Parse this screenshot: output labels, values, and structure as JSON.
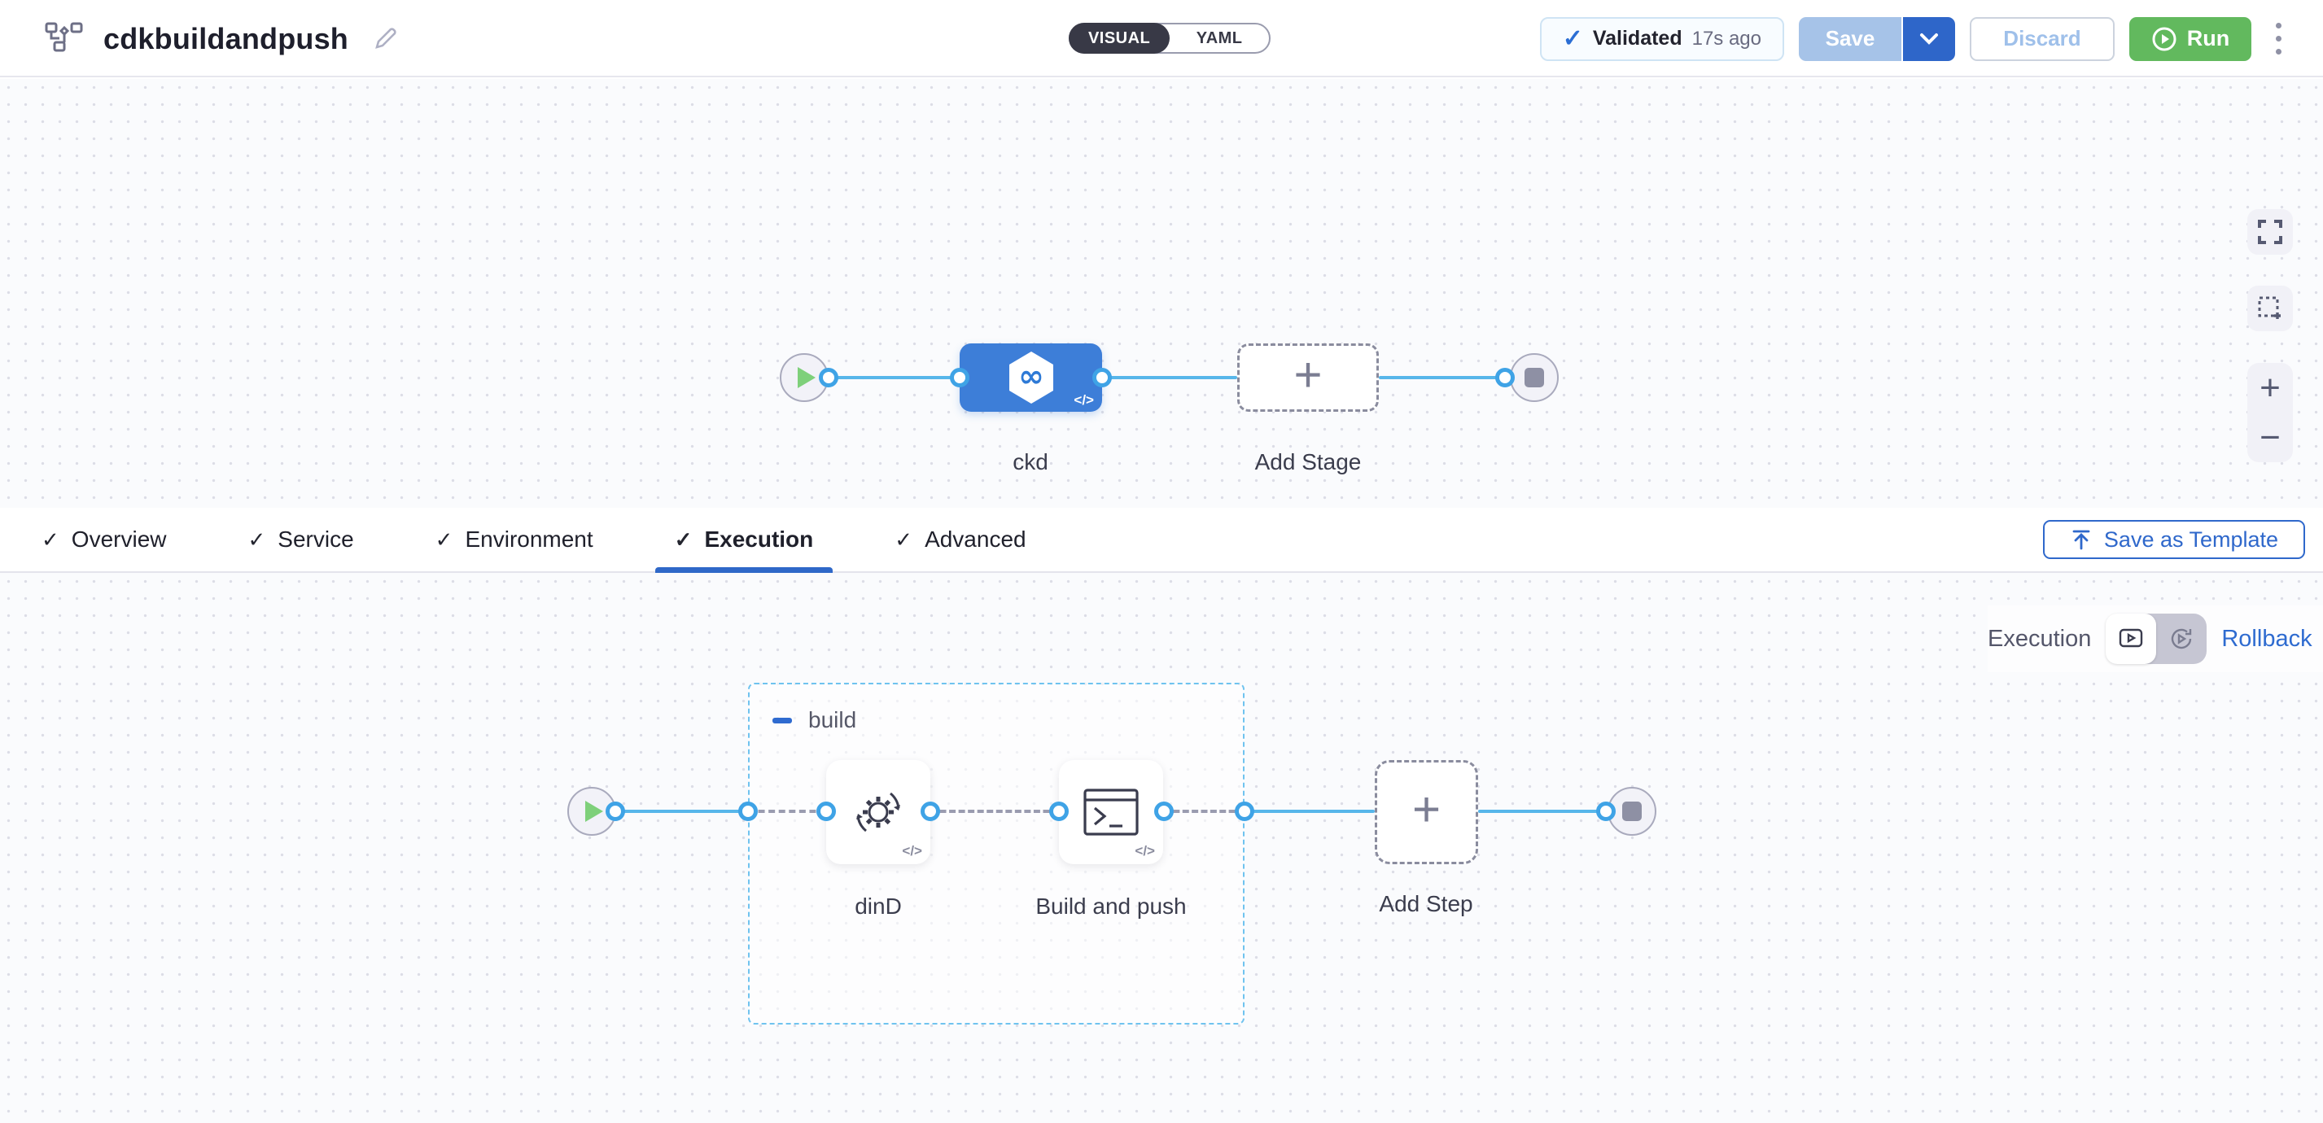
{
  "header": {
    "title": "cdkbuildandpush",
    "mode": {
      "visual": "VISUAL",
      "yaml": "YAML"
    },
    "validated": {
      "label": "Validated",
      "time": "17s ago"
    },
    "buttons": {
      "save": "Save",
      "discard": "Discard",
      "run": "Run"
    }
  },
  "stage_canvas": {
    "stage_name": "ckd",
    "add_stage_label": "Add Stage",
    "code_glyph": "</>",
    "plus_glyph": "+"
  },
  "tabs": {
    "items": [
      {
        "label": "Overview"
      },
      {
        "label": "Service"
      },
      {
        "label": "Environment"
      },
      {
        "label": "Execution"
      },
      {
        "label": "Advanced"
      }
    ],
    "active": "Execution",
    "check_glyph": "✓",
    "save_as_template": "Save as Template"
  },
  "execution": {
    "mode_label": "Execution",
    "rollback_label": "Rollback",
    "group_name": "build",
    "steps": [
      {
        "label": "dinD"
      },
      {
        "label": "Build and push"
      }
    ],
    "add_step_label": "Add Step",
    "code_glyph": "</>",
    "plus_glyph": "+"
  },
  "colors": {
    "accent_blue": "#2f68c8",
    "stage_node_blue": "#3d7ed8",
    "edge_blue": "#57b6ea",
    "run_green": "#62b95e",
    "toggle_dark": "#383946",
    "validated_check_blue": "#2b6ed4",
    "save_disabled_blue": "#a6c3e8",
    "save_caret_blue": "#2e66c9"
  }
}
